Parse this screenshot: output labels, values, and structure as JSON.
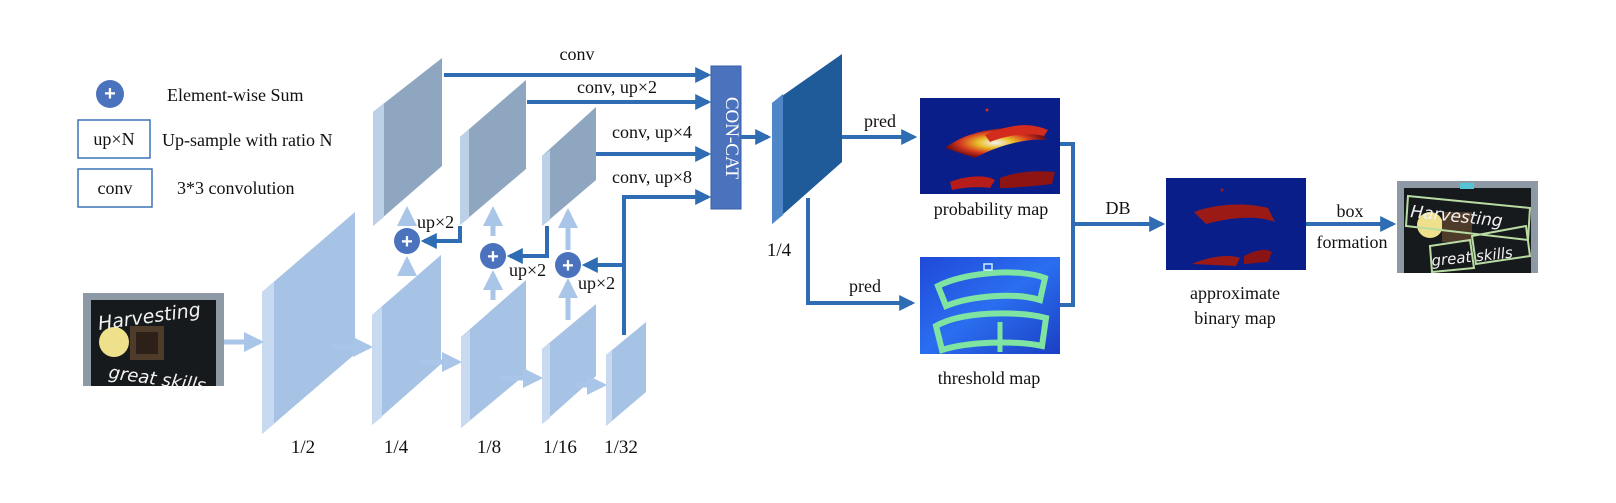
{
  "legend": {
    "sum_symbol": "+",
    "sum_text": "Element-wise Sum",
    "upsample_box": "up×N",
    "upsample_text": "Up-sample with ratio N",
    "conv_box": "conv",
    "conv_text": "3*3 convolution"
  },
  "backbone": {
    "scales": [
      "1/2",
      "1/4",
      "1/8",
      "1/16",
      "1/32"
    ],
    "up_labels": [
      "up×2",
      "up×2",
      "up×2"
    ],
    "plus": "+"
  },
  "neck": {
    "conv_labels": [
      "conv",
      "conv, up×2",
      "conv, up×4",
      "conv, up×8"
    ],
    "concat": "CON-CAT",
    "fused_scale": "1/4"
  },
  "head": {
    "pred_top": "pred",
    "pred_bottom": "pred",
    "prob_map": "probability map",
    "thresh_map": "threshold map",
    "db": "DB",
    "binary_map_line1": "approximate",
    "binary_map_line2": "binary map",
    "box_line1": "box",
    "box_line2": "formation"
  },
  "input_image": {
    "line1": "Harvesting",
    "line2": "great skills"
  },
  "colors": {
    "arrow_dark": "#2e6db4",
    "arrow_light": "#a9c6e8",
    "feature_light": "#a6c2e4",
    "feature_mid": "#8fa6c0",
    "concat": "#4b72bd",
    "fused": "#1f5a99",
    "sum_node": "#4b72bd"
  }
}
